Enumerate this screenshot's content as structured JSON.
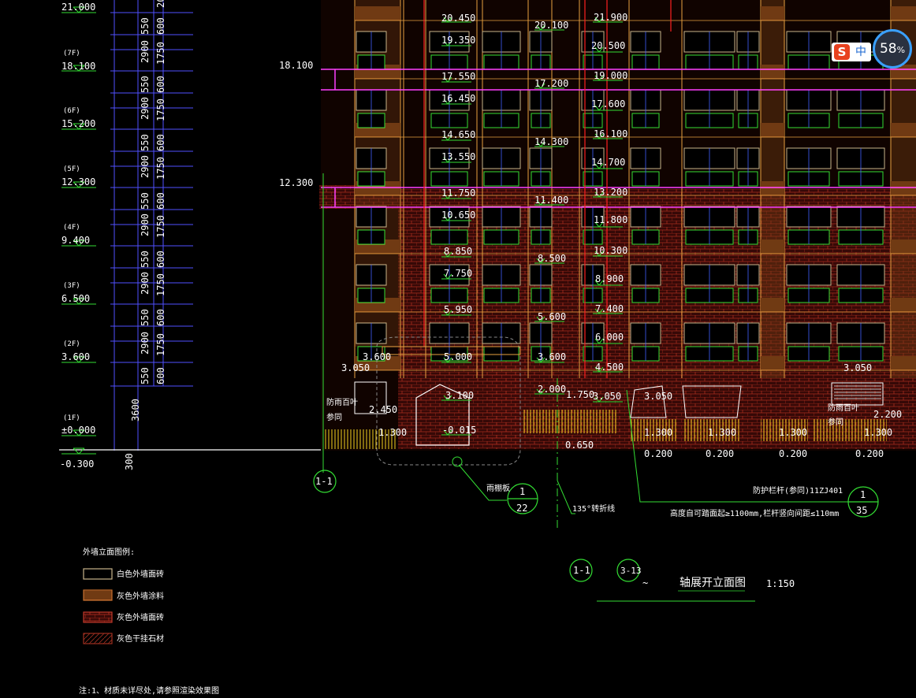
{
  "floor_levels": {
    "floors": [
      {
        "label": "",
        "elev": "21.000"
      },
      {
        "label": "(7F)",
        "elev": "18.100"
      },
      {
        "label": "(6F)",
        "elev": "15.200"
      },
      {
        "label": "(5F)",
        "elev": "12.300"
      },
      {
        "label": "(4F)",
        "elev": "9.400"
      },
      {
        "label": "(3F)",
        "elev": "6.500"
      },
      {
        "label": "(2F)",
        "elev": "3.600"
      },
      {
        "label": "(1F)",
        "elev": "±0.000"
      },
      {
        "label": "",
        "elev": "-0.300"
      }
    ]
  },
  "dims": {
    "d550": "550",
    "d600": "600",
    "d2900": "2900",
    "d1750": "1750",
    "d3600": "3600",
    "d300": "300",
    "d20": "20"
  },
  "legend": {
    "title": "外墙立面图例:",
    "items": [
      {
        "label": "白色外墙面砖",
        "color": "#c8b48a"
      },
      {
        "label": "灰色外墙涂料",
        "color": "#c87030"
      },
      {
        "label": "灰色外墙面砖",
        "color": "#c0392b"
      },
      {
        "label": "灰色干挂石材",
        "color": "#a03020"
      }
    ],
    "note": "注:1、材质未详尽处,请参照渲染效果图"
  },
  "drawing": {
    "title_circle_a": "1-1",
    "title_circle_b": "3-13",
    "tilde": "~",
    "title": "轴展开立面图",
    "scale": "1:150",
    "axis_label": "1-1",
    "fold_line": "135°转折线",
    "canopy": "雨棚板",
    "detail1_top": "1",
    "detail1_bottom": "22",
    "detail2_top": "1",
    "detail2_bottom": "35",
    "railing_note": "防护栏杆(参同)11ZJ401",
    "railing_spec": "高度自可踏面起≥1100mm,栏杆竖向间距≤110mm",
    "louver_left_a": "防雨百叶",
    "louver_left_b": "参同",
    "louver_right_a": "防雨百叶",
    "louver_right_b": "参同",
    "side_elev_18": "18.100",
    "side_elev_12": "12.300"
  },
  "elevations": {
    "e20450": "20.450",
    "e19350": "19.350",
    "e17550": "17.550",
    "e16450": "16.450",
    "e14650": "14.650",
    "e13550": "13.550",
    "e11750": "11.750",
    "e10650": "10.650",
    "e8850": "8.850",
    "e7750": "7.750",
    "e5950": "5.950",
    "e5000": "5.000",
    "e3600a": "3.600",
    "e3050a": "3.050",
    "e2450": "2.450",
    "e1300a": "1.300",
    "e3100": "3.100",
    "en015": "-0.015",
    "e20100": "20.100",
    "e17200": "17.200",
    "e14300": "14.300",
    "e11400": "11.400",
    "e8500": "8.500",
    "e5600": "5.600",
    "e3600b": "3.600",
    "e2000": "2.000",
    "e1750": "1.750",
    "e0650": "0.650",
    "e21900": "21.900",
    "e20500": "20.500",
    "e19000": "19.000",
    "e17600": "17.600",
    "e16100": "16.100",
    "e14700": "14.700",
    "e13200": "13.200",
    "e11800": "11.800",
    "e10300": "10.300",
    "e8900": "8.900",
    "e7400": "7.400",
    "e6000": "6.000",
    "e4500": "4.500",
    "e3050b": "3.050",
    "e1300b": "1.300",
    "e0200a": "0.200",
    "e1300c": "1.300",
    "e0200b": "0.200",
    "e1300d": "1.300",
    "e0200c": "0.200",
    "e3050c": "3.050",
    "e2200": "2.200",
    "e1300e": "1.300",
    "e0200d": "0.200"
  },
  "ime": {
    "logo": "S",
    "lang": "中",
    "percent": "58",
    "pct_sign": "%"
  }
}
